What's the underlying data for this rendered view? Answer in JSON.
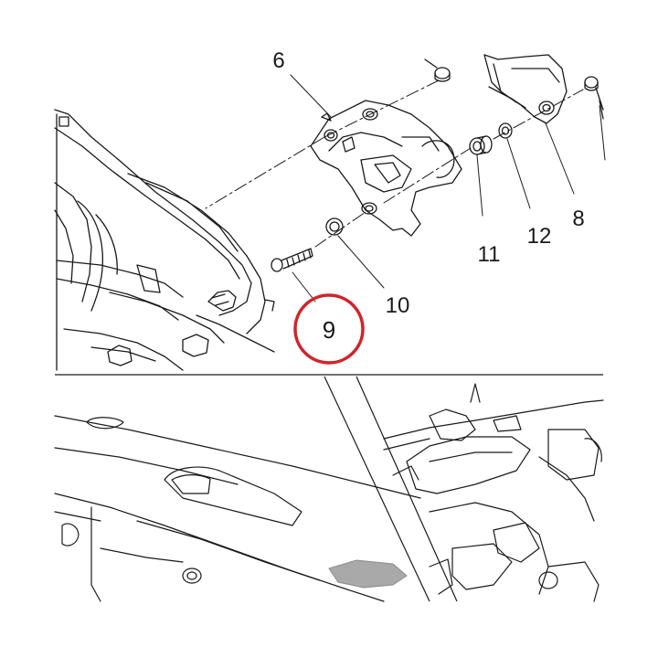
{
  "callouts": {
    "part_6": "6",
    "part_8": "8",
    "part_9": "9",
    "part_10": "10",
    "part_11": "11",
    "part_12": "12"
  },
  "highlight": {
    "part": "9",
    "ring_color": "#d2232a"
  },
  "colors": {
    "line": "#1a1a1a",
    "highlight_ring": "#d2232a",
    "shaded_part": "#a9a9a9"
  }
}
